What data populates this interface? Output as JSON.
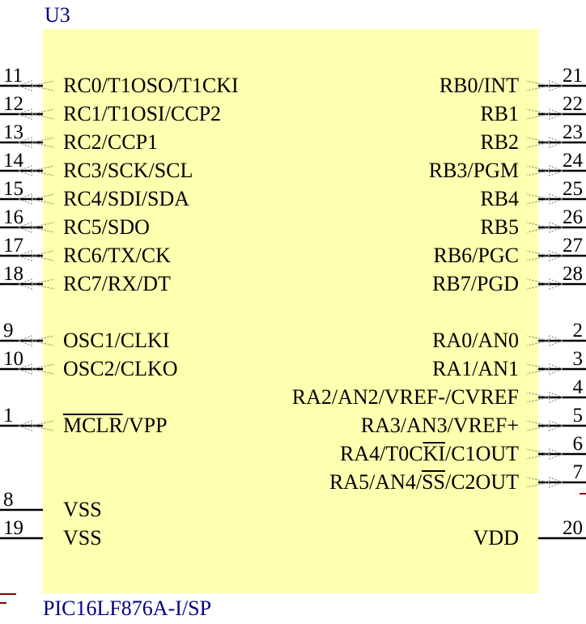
{
  "component": {
    "designator": "U3",
    "part_number": "PIC16LF876A-I/SP",
    "body_color": "#ffffb0",
    "label_color": "#000080",
    "pin_color": "#000000"
  },
  "left_pins": [
    {
      "num": "11",
      "name": "RC0/T1OSO/T1CKI",
      "io": true
    },
    {
      "num": "12",
      "name": "RC1/T1OSI/CCP2",
      "io": true
    },
    {
      "num": "13",
      "name": "RC2/CCP1",
      "io": true
    },
    {
      "num": "14",
      "name": "RC3/SCK/SCL",
      "io": true
    },
    {
      "num": "15",
      "name": "RC4/SDI/SDA",
      "io": true
    },
    {
      "num": "16",
      "name": "RC5/SDO",
      "io": true
    },
    {
      "num": "17",
      "name": "RC6/TX/CK",
      "io": true
    },
    {
      "num": "18",
      "name": "RC7/RX/DT",
      "io": true
    },
    {
      "num": "9",
      "name": "OSC1/CLKI",
      "io": true
    },
    {
      "num": "10",
      "name": "OSC2/CLKO",
      "io": true
    },
    {
      "num": "1",
      "name": "MCLR/VPP",
      "io": true,
      "overline": "MCLR"
    },
    {
      "num": "8",
      "name": "VSS",
      "io": false
    },
    {
      "num": "19",
      "name": "VSS",
      "io": false
    }
  ],
  "right_pins": [
    {
      "num": "21",
      "name": "RB0/INT",
      "io": true
    },
    {
      "num": "22",
      "name": "RB1",
      "io": true
    },
    {
      "num": "23",
      "name": "RB2",
      "io": true
    },
    {
      "num": "24",
      "name": "RB3/PGM",
      "io": true
    },
    {
      "num": "25",
      "name": "RB4",
      "io": true
    },
    {
      "num": "26",
      "name": "RB5",
      "io": true
    },
    {
      "num": "27",
      "name": "RB6/PGC",
      "io": true
    },
    {
      "num": "28",
      "name": "RB7/PGD",
      "io": true
    },
    {
      "num": "2",
      "name": "RA0/AN0",
      "io": true
    },
    {
      "num": "3",
      "name": "RA1/AN1",
      "io": true
    },
    {
      "num": "4",
      "name": "RA2/AN2/VREF-/CVREF",
      "io": true
    },
    {
      "num": "5",
      "name": "RA3/AN3/VREF+",
      "io": true
    },
    {
      "num": "6",
      "name": "RA4/T0CKI/C1OUT",
      "io": true,
      "overline": "KI"
    },
    {
      "num": "7",
      "name": "RA5/AN4/SS/C2OUT",
      "io": true,
      "overline": "SS"
    },
    {
      "num": "20",
      "name": "VDD",
      "io": false
    }
  ]
}
